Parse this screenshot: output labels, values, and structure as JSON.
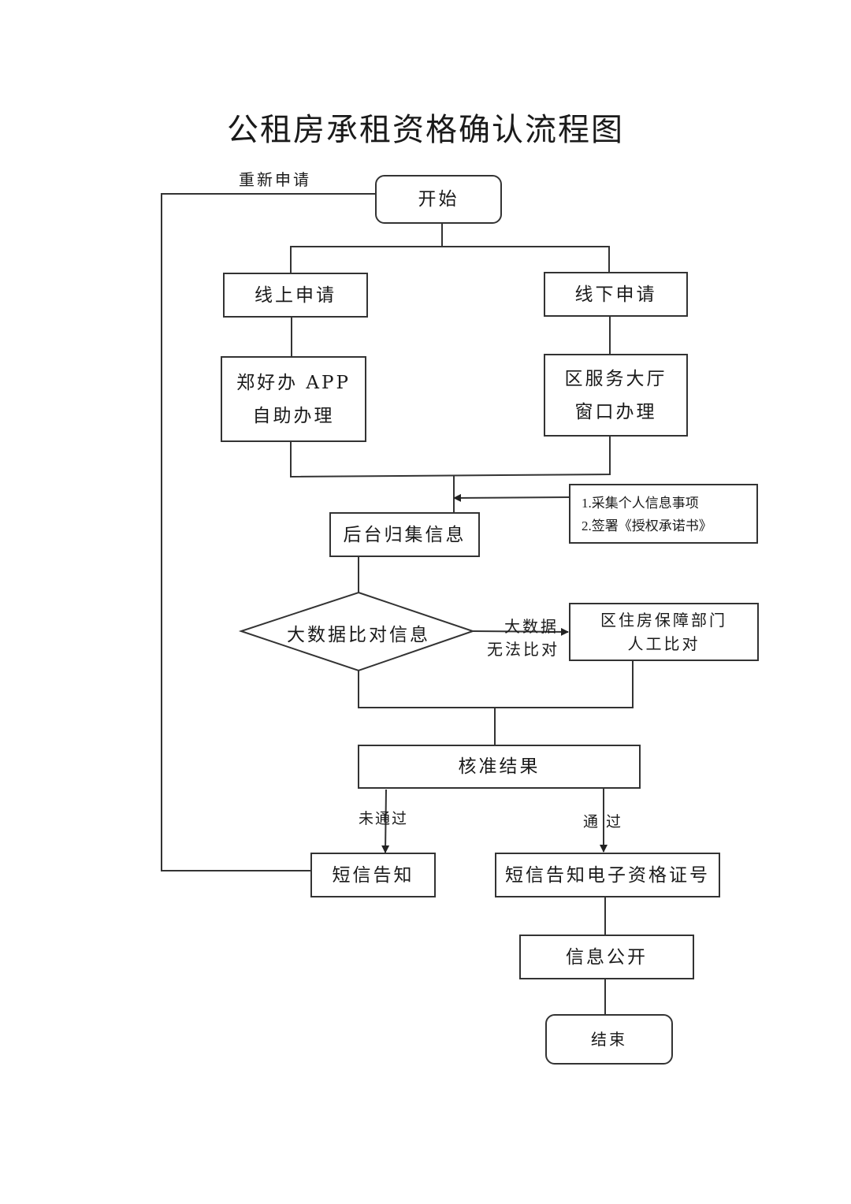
{
  "title": "公租房承租资格确认流程图",
  "nodes": {
    "start": "开始",
    "online": "线上申请",
    "offline": "线下申请",
    "app": "郑好办 APP\n自助办理",
    "hall": "区服务大厅\n窗口办理",
    "collect": "后台归集信息",
    "compare": "大数据比对信息",
    "manual": "区住房保障部门\n人工比对",
    "result": "核准结果",
    "sms_fail": "短信告知",
    "sms_pass": "短信告知电子资格证号",
    "publish": "信息公开",
    "end": "结束"
  },
  "note": "1.采集个人信息事项\n2.签署《授权承诺书》",
  "edge_labels": {
    "reapply": "重新申请",
    "bigdata_fail_line1": "大数据",
    "bigdata_fail_line2": "无法比对",
    "not_pass": "未通过",
    "pass": "通 过"
  },
  "colors": {
    "line": "#333333",
    "text": "#1a1a1a",
    "background": "#ffffff"
  }
}
